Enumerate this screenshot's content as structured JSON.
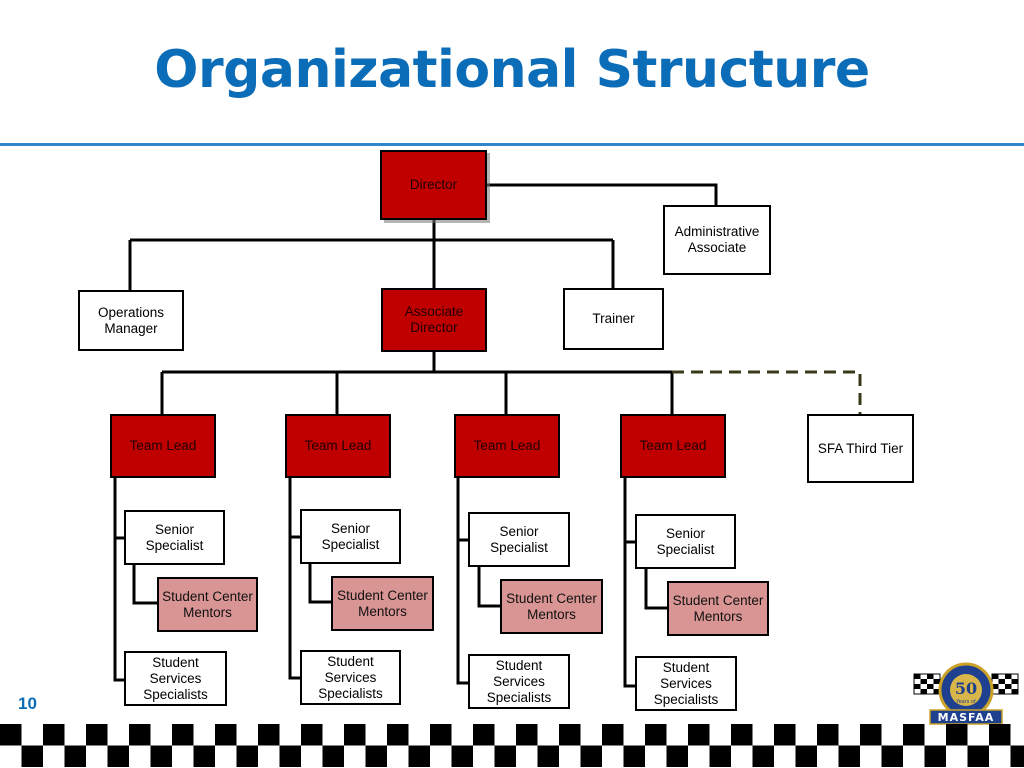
{
  "slide": {
    "title": "Organizational Structure",
    "page_number": "10"
  },
  "org": {
    "director": "Director",
    "administrative_associate": "Administrative Associate",
    "operations_manager": "Operations Manager",
    "associate_director": "Associate Director",
    "trainer": "Trainer",
    "sfa_third_tier": "SFA Third Tier",
    "teams": [
      {
        "lead": "Team Lead",
        "senior": "Senior Specialist",
        "mentors": "Student Center Mentors",
        "services": "Student Services Specialists"
      },
      {
        "lead": "Team Lead",
        "senior": "Senior Specialist",
        "mentors": "Student Center Mentors",
        "services": "Student Services Specialists"
      },
      {
        "lead": "Team Lead",
        "senior": "Senior Specialist",
        "mentors": "Student Center Mentors",
        "services": "Student Services Specialists"
      },
      {
        "lead": "Team Lead",
        "senior": "Senior Specialist",
        "mentors": "Student Center Mentors",
        "services": "Student Services Specialists"
      }
    ]
  },
  "logo": {
    "text_number": "50",
    "text_years": "Years of",
    "text_org": "MASFAA"
  },
  "colors": {
    "title_blue": "#0b6cb7",
    "box_red": "#c00000",
    "box_pink": "#d99594",
    "dashed_line": "#3a3a1a"
  }
}
